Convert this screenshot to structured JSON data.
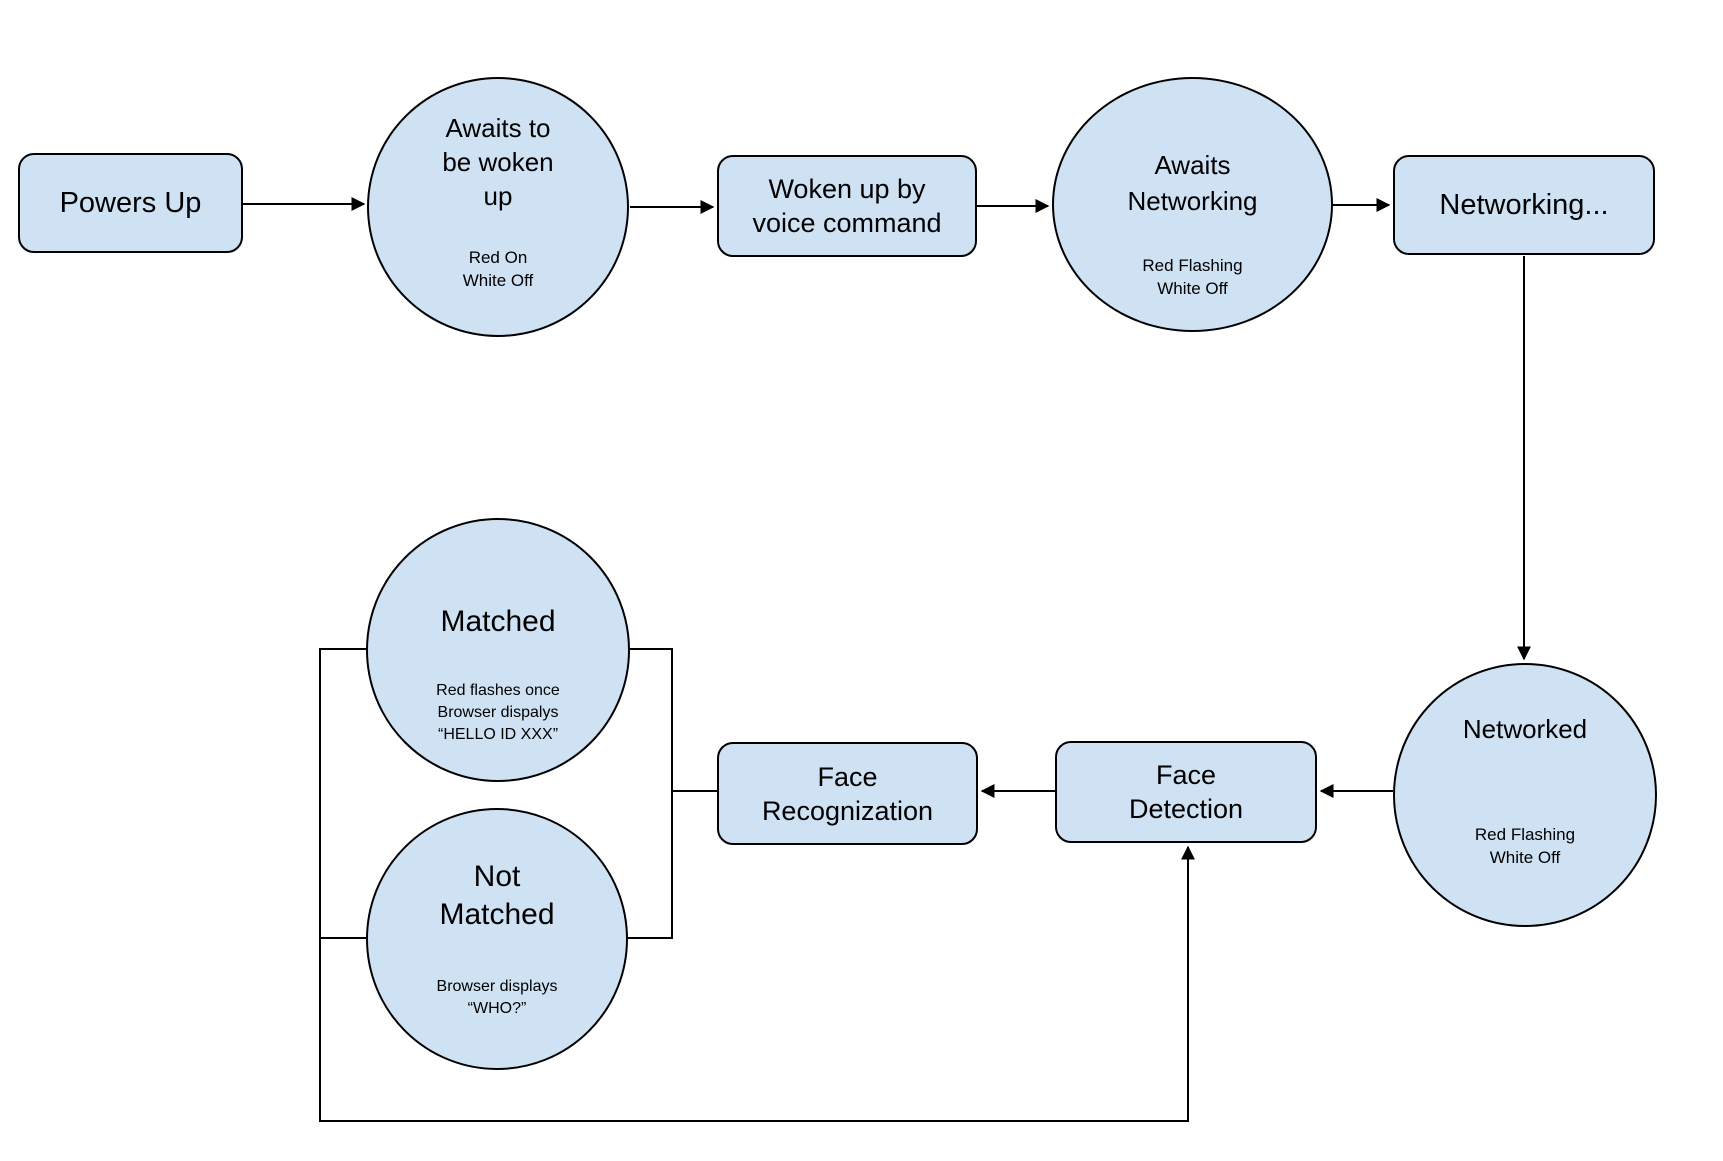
{
  "diagram": {
    "colors": {
      "node_fill": "#cfe2f3",
      "node_border": "#000000",
      "connector": "#000000",
      "background": "#ffffff"
    },
    "nodes": {
      "powers_up": {
        "label": "Powers Up"
      },
      "awaits_woken": {
        "label_lines": [
          "Awaits to",
          "be woken",
          "up"
        ],
        "status_lines": [
          "Red On",
          "White Off"
        ]
      },
      "woken_up": {
        "label_lines": [
          "Woken up by",
          "voice command"
        ]
      },
      "awaits_networking": {
        "label_lines": [
          "Awaits",
          "Networking"
        ],
        "status_lines": [
          "Red Flashing",
          "White Off"
        ]
      },
      "networking": {
        "label": "Networking..."
      },
      "networked": {
        "label": "Networked",
        "status_lines": [
          "Red Flashing",
          "White Off"
        ]
      },
      "face_detection": {
        "label_lines": [
          "Face",
          "Detection"
        ]
      },
      "face_recognization": {
        "label_lines": [
          "Face",
          "Recognization"
        ]
      },
      "matched": {
        "label": "Matched",
        "status_lines": [
          "Red flashes once",
          "Browser dispalys",
          "“HELLO ID XXX”"
        ]
      },
      "not_matched": {
        "label_lines": [
          "Not",
          "Matched"
        ],
        "status_lines": [
          "Browser displays",
          "“WHO?”"
        ]
      }
    },
    "edges": [
      {
        "from": "powers_up",
        "to": "awaits_woken",
        "style": "arrow"
      },
      {
        "from": "awaits_woken",
        "to": "woken_up",
        "style": "arrow"
      },
      {
        "from": "woken_up",
        "to": "awaits_networking",
        "style": "arrow"
      },
      {
        "from": "awaits_networking",
        "to": "networking",
        "style": "arrow"
      },
      {
        "from": "networking",
        "to": "networked",
        "style": "arrow"
      },
      {
        "from": "networked",
        "to": "face_detection",
        "style": "arrow"
      },
      {
        "from": "face_detection",
        "to": "face_recognization",
        "style": "arrow"
      },
      {
        "from": "face_recognization",
        "to": "matched",
        "style": "line"
      },
      {
        "from": "face_recognization",
        "to": "not_matched",
        "style": "line"
      },
      {
        "from": "matched_not_matched",
        "to": "face_detection",
        "style": "arrow"
      }
    ]
  }
}
